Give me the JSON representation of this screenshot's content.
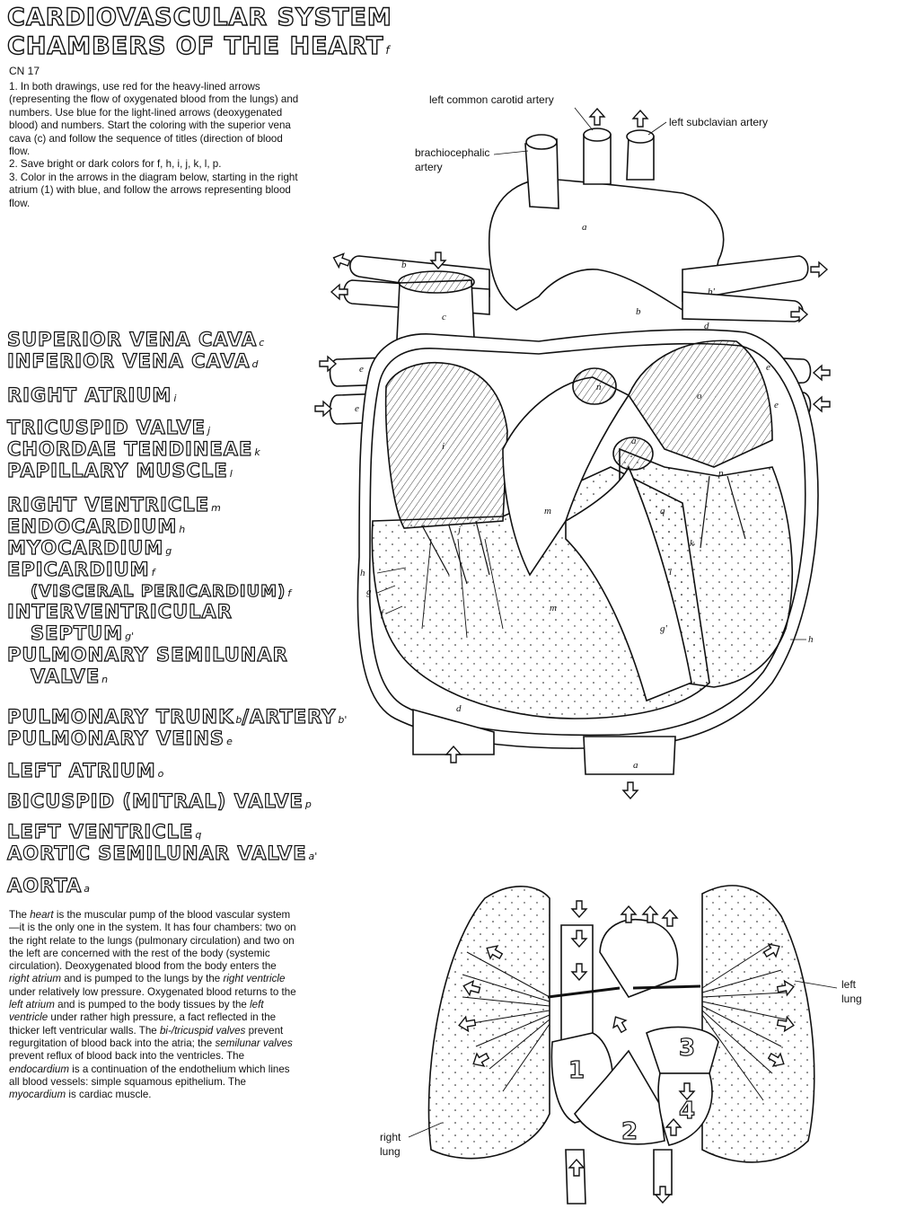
{
  "title": {
    "line1": "CARDIOVASCULAR SYSTEM",
    "line2": "CHAMBERS OF THE HEART",
    "line2_code": "f"
  },
  "plate_code": "CN 17",
  "instructions": [
    "1. In both drawings, use red for the heavy-lined arrows (representing the flow of oxygenated blood from the lungs) and numbers. Use blue for the light-lined arrows (deoxygenated blood) and numbers. Start the coloring with the superior vena cava (c) and follow the sequence of titles (direction of blood flow.",
    "2. Save bright or dark colors for f, h, i, j, k, l, p.",
    "3. Color in the arrows in the diagram below, starting in the right atrium (1) with blue, and follow the arrows representing blood flow."
  ],
  "legend_groups": [
    [
      {
        "name": "SUPERIOR VENA CAVA",
        "code": "c"
      },
      {
        "name": "INFERIOR VENA CAVA",
        "code": "d"
      }
    ],
    [
      {
        "name": "RIGHT ATRIUM",
        "code": "i"
      }
    ],
    [
      {
        "name": "TRICUSPID VALVE",
        "code": "j"
      },
      {
        "name": "CHORDAE TENDINEAE",
        "code": "k"
      },
      {
        "name": "PAPILLARY MUSCLE",
        "code": "l"
      }
    ],
    [
      {
        "name": "RIGHT VENTRICLE",
        "code": "m"
      },
      {
        "name": "ENDOCARDIUM",
        "code": "h"
      },
      {
        "name": "MYOCARDIUM",
        "code": "g"
      },
      {
        "name": "EPICARDIUM",
        "code": "f"
      },
      {
        "name": "(VISCERAL PERICARDIUM)",
        "code": "f"
      },
      {
        "name": "INTERVENTRICULAR",
        "code": ""
      },
      {
        "name": "SEPTUM",
        "code": "g'"
      },
      {
        "name": "PULMONARY SEMILUNAR",
        "code": ""
      },
      {
        "name": "VALVE",
        "code": "n"
      }
    ],
    [
      {
        "name": "PULMONARY TRUNK",
        "code": "b",
        "name2": "/ARTERY",
        "code2": "b'"
      },
      {
        "name": "PULMONARY VEINS",
        "code": "e"
      }
    ],
    [
      {
        "name": "LEFT ATRIUM",
        "code": "o"
      }
    ],
    [
      {
        "name": "BICUSPID (MITRAL) VALVE",
        "code": "p"
      }
    ],
    [
      {
        "name": "LEFT VENTRICLE",
        "code": "q"
      },
      {
        "name": "AORTIC SEMILUNAR VALVE",
        "code": "a'"
      }
    ],
    [
      {
        "name": "AORTA",
        "code": "a"
      }
    ]
  ],
  "prose": {
    "t1": "The ",
    "i1": "heart",
    "t2": " is the muscular pump of the blood vascular system—it is the only one in the system. It has four chambers: two on the right relate to the lungs (pulmonary circulation) and two on the left are concerned with the rest of the body (systemic circulation). Deoxygenated blood from the body enters the ",
    "i2": "right atrium",
    "t3": " and is pumped to the lungs by the ",
    "i3": "right ventricle",
    "t4": " under relatively low pressure. Oxygenated blood returns to the ",
    "i4": "left atrium",
    "t5": " and is pumped to the body tissues by the ",
    "i5": "left ventricle",
    "t6": " under rather high pressure, a fact reflected in the thicker left ventricular walls. The ",
    "i6": "bi-/tricuspid valves",
    "t7": " prevent regurgitation of blood back into the atria; the ",
    "i7": "semilunar valves",
    "t8": " prevent reflux of blood back into the ventricles. The ",
    "i8": "endocardium",
    "t9": " is a continuation of the endothelium which lines all blood vessels: simple squamous epithelium. The ",
    "i9": "myocardium",
    "t10": " is cardiac muscle."
  },
  "diagram_labels": {
    "left_common_carotid": "left common carotid artery",
    "left_subclavian": "left subclavian artery",
    "brachiocephalic_1": "brachiocephalic",
    "brachiocephalic_2": "artery",
    "left_lung_1": "left",
    "left_lung_2": "lung",
    "right_lung_1": "right",
    "right_lung_2": "lung"
  },
  "heart_letters": {
    "a_top": "a",
    "b_left": "b",
    "b_center": "b",
    "b_prime": "b'",
    "c": "c",
    "d_upper": "d",
    "d_lower": "d",
    "e_l1": "e",
    "e_l2": "e",
    "e_r1": "e",
    "e_r2": "e",
    "i": "i",
    "j": "j",
    "m": "m",
    "m2": "m",
    "n": "n",
    "o": "o",
    "q": "q",
    "a_prime": "a'",
    "p": "p",
    "k": "k",
    "l": "l",
    "h_left": "h",
    "g_left": "g",
    "f_left": "f",
    "g_prime": "g'",
    "h_right": "h",
    "a_bottom": "a"
  },
  "flow_numbers": {
    "n1": "1",
    "n2": "2",
    "n3": "3",
    "n4": "4"
  },
  "colors": {
    "ink": "#111111",
    "paper": "#ffffff"
  }
}
